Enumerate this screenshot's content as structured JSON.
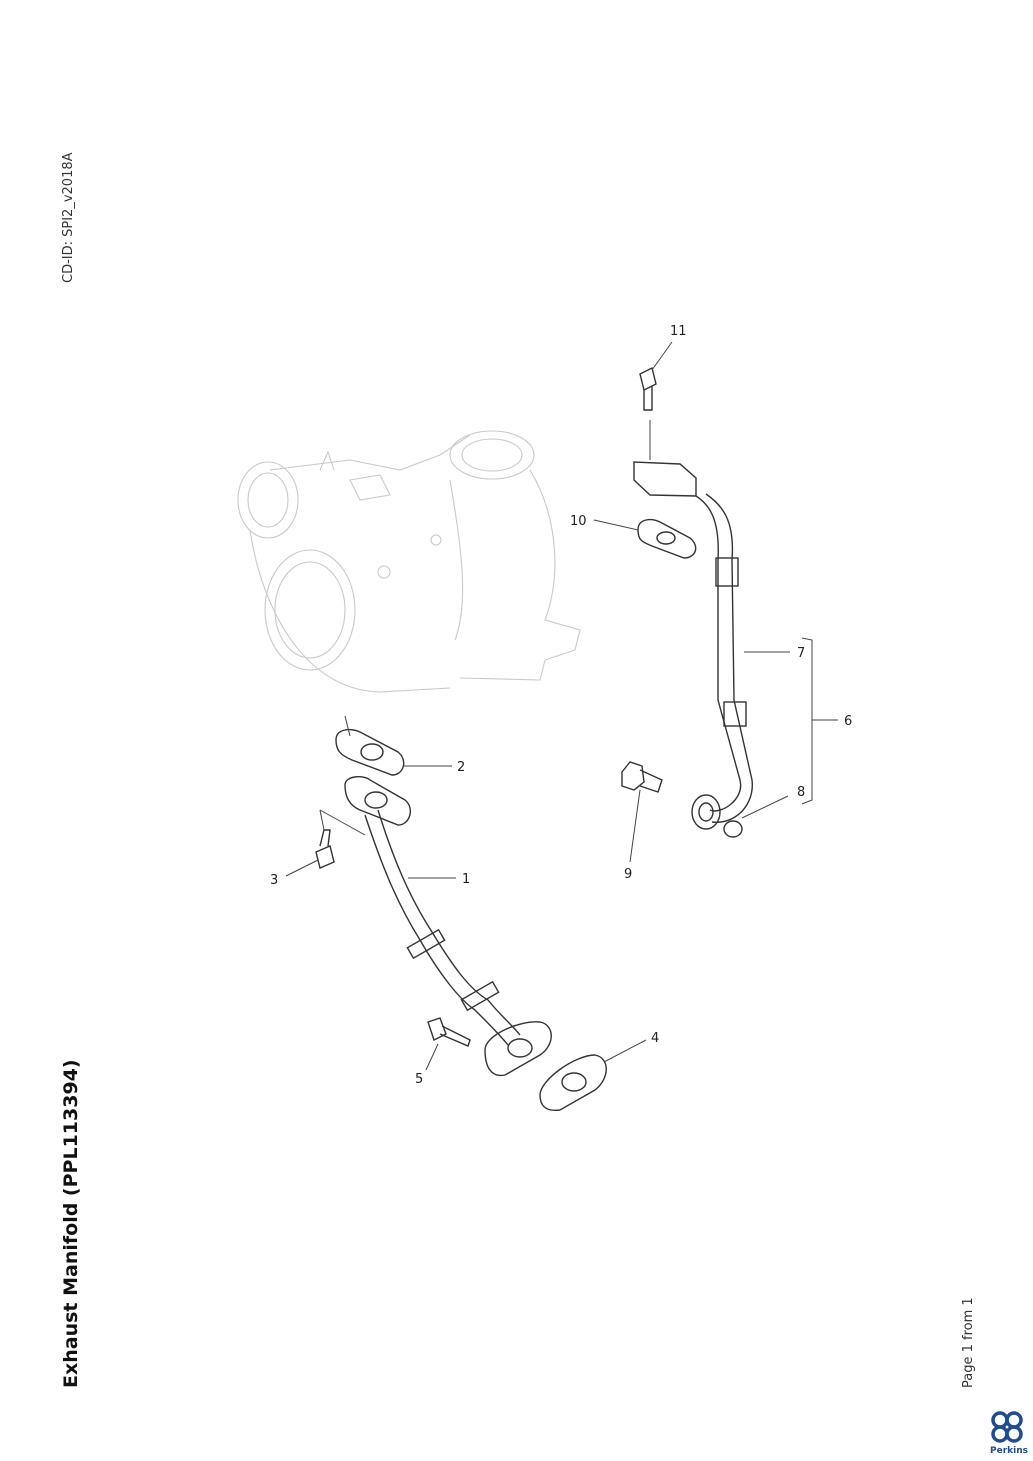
{
  "document": {
    "cd_id": "CD-ID: SPI2_v2018A",
    "title": "Exhaust Manifold (PPL113394)",
    "page_label": "Page 1 from 1"
  },
  "brand": {
    "name": "Perkins",
    "color": "#1f4d8f"
  },
  "callouts": [
    {
      "id": "1",
      "label": "1"
    },
    {
      "id": "2",
      "label": "2"
    },
    {
      "id": "3",
      "label": "3"
    },
    {
      "id": "4",
      "label": "4"
    },
    {
      "id": "5",
      "label": "5"
    },
    {
      "id": "6",
      "label": "6"
    },
    {
      "id": "7",
      "label": "7"
    },
    {
      "id": "8",
      "label": "8"
    },
    {
      "id": "9",
      "label": "9"
    },
    {
      "id": "10",
      "label": "10"
    },
    {
      "id": "11",
      "label": "11"
    }
  ]
}
